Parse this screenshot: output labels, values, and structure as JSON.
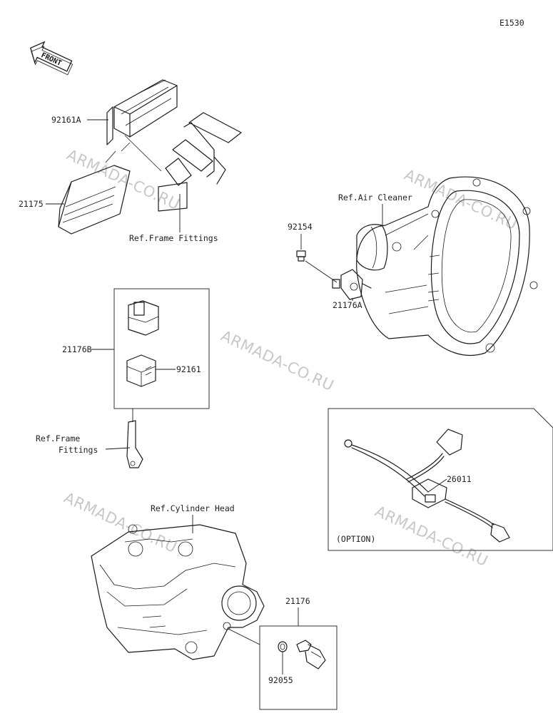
{
  "diagram_code": "E1530",
  "front_label": "FRONT",
  "watermark": "ARMADA-CO.RU",
  "parts": {
    "ecu_bracket_ref": "92161A",
    "ecu": "21175",
    "frame_fittings_ref_1": "Ref.Frame Fittings",
    "screw": "92154",
    "air_cleaner_ref": "Ref.Air Cleaner",
    "air_sensor": "21176A",
    "sensor_kit": "21176B",
    "sensor_holder": "92161",
    "frame_fittings_ref_2_line1": "Ref.Frame",
    "frame_fittings_ref_2_line2": "Fittings",
    "harness": "26011",
    "option_label": "(OPTION)",
    "cylinder_head_ref": "Ref.Cylinder Head",
    "temp_sensor": "21176",
    "o_ring": "92055"
  }
}
